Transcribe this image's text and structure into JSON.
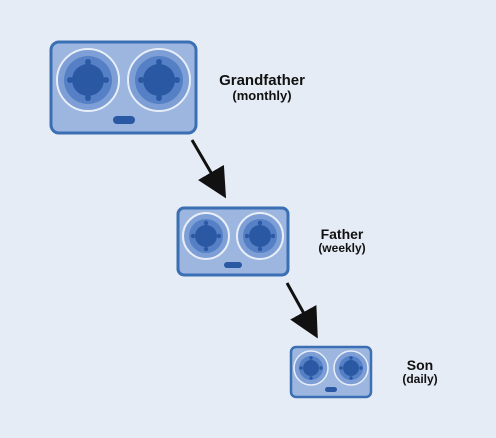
{
  "diagram": {
    "tiers": [
      {
        "name": "Grandfather",
        "period": "(monthly)"
      },
      {
        "name": "Father",
        "period": "(weekly)"
      },
      {
        "name": "Son",
        "period": "(daily)"
      }
    ]
  },
  "colors": {
    "background": "#e6ecf5",
    "tape_body": "#9cb6df",
    "tape_border": "#3a6fb4",
    "reel_outer": "#6f95d3",
    "reel_inner": "#3a67b2",
    "hub": "#2a58a2",
    "arrow": "#111111"
  },
  "icons": {
    "tape": "tape-cassette-icon",
    "arrow": "arrow-down-right-icon"
  }
}
